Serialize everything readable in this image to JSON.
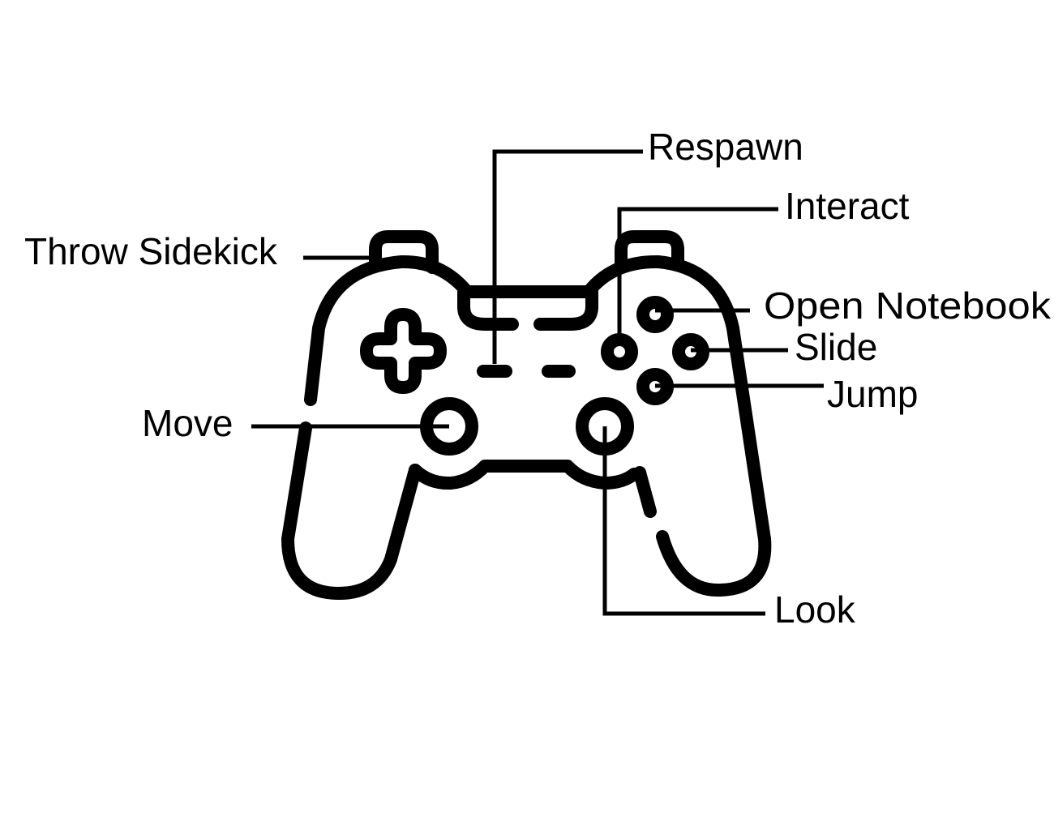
{
  "controls": {
    "throw_sidekick": "Throw Sidekick",
    "respawn": "Respawn",
    "interact": "Interact",
    "open_notebook": "Open Notebook",
    "slide": "Slide",
    "jump": "Jump",
    "move": "Move",
    "look": "Look"
  },
  "colors": {
    "line": "#000000",
    "background": "#ffffff"
  }
}
